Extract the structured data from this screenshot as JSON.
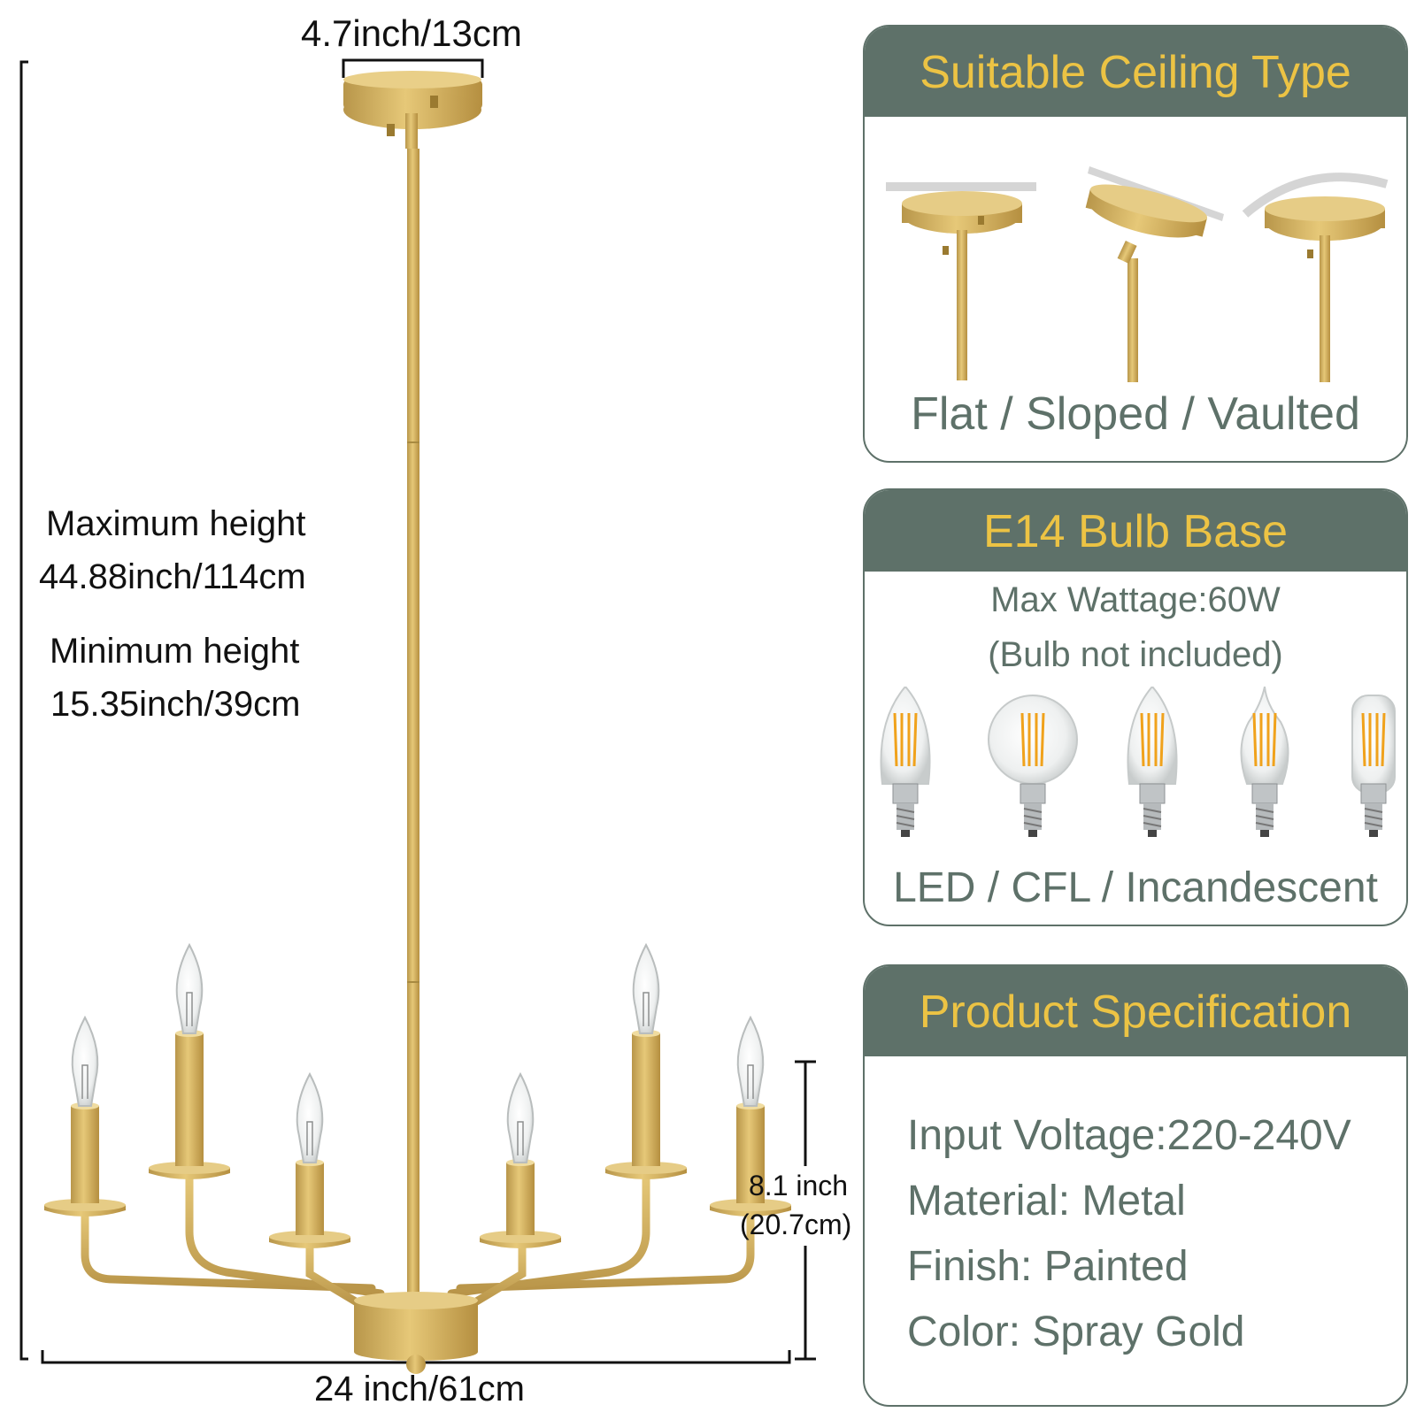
{
  "dimensions": {
    "canopy_width": "4.7inch/13cm",
    "max_height_label": "Maximum height",
    "max_height_value": "44.88inch/114cm",
    "min_height_label": "Minimum height",
    "min_height_value": "15.35inch/39cm",
    "body_height_value": "8.1 inch",
    "body_height_metric": "(20.7cm)",
    "total_width": "24 inch/61cm"
  },
  "ceiling_panel": {
    "title": "Suitable Ceiling Type",
    "types": [
      "flat",
      "sloped",
      "vaulted"
    ],
    "footer": "Flat / Sloped / Vaulted"
  },
  "bulb_panel": {
    "title": "E14 Bulb Base",
    "max_wattage": "Max Wattage:60W",
    "note": "(Bulb not included)",
    "bulb_types": [
      "candle",
      "globe",
      "torpedo",
      "flame-tip",
      "tubular"
    ],
    "footer": "LED / CFL / Incandescent"
  },
  "spec_panel": {
    "title": "Product Specification",
    "lines": [
      "Input Voltage:220-240V",
      "Material: Metal",
      "Finish: Painted",
      "Color: Spray Gold"
    ]
  },
  "colors": {
    "panel_green": "#5e7169",
    "title_gold": "#ecc344",
    "metal_gold": "#d4b25a"
  }
}
